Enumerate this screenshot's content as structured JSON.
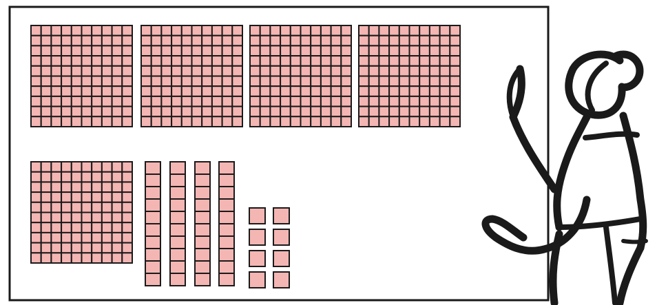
{
  "diagram": {
    "representation": "base-ten blocks",
    "hundreds_flats": 5,
    "tens_rods": 4,
    "ones_units": 8
  },
  "colors": {
    "block_fill": "#f4b6b3",
    "outline": "#1a1a1a",
    "board": "#ffffff"
  },
  "figure": {
    "icon": "teacher-pointing-figure"
  }
}
